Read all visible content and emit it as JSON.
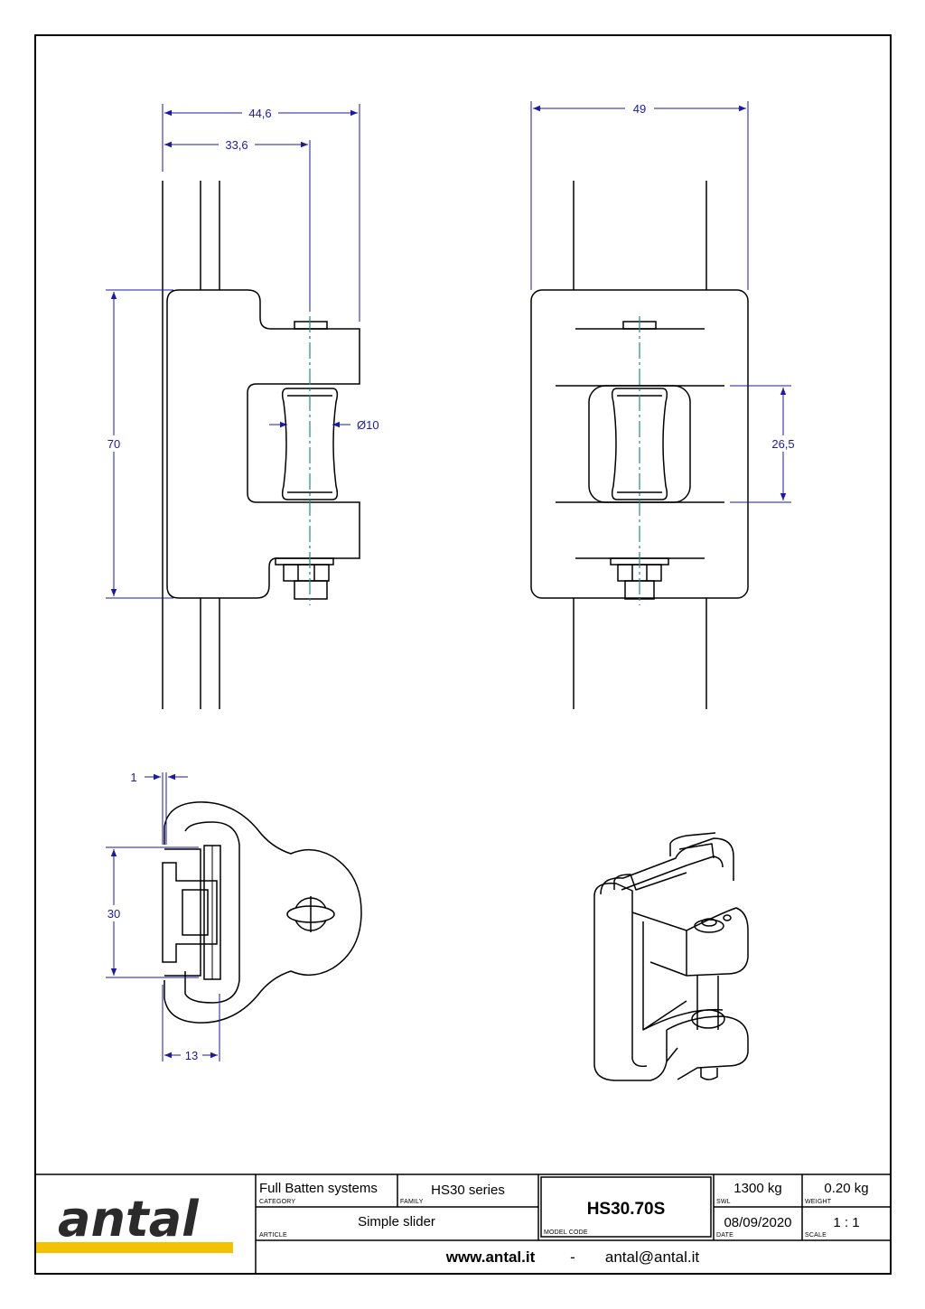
{
  "dimensions": {
    "overall_width_side": "44,6",
    "axis_offset_side": "33,6",
    "overall_width_front": "49",
    "height": "70",
    "pin_diameter": "Ø10",
    "roller_gap": "26,5",
    "section_offset": "1",
    "section_height": "30",
    "section_depth": "13"
  },
  "title_block": {
    "logo": "antal",
    "category_value": "Full Batten systems",
    "category_label": "CATEGORY",
    "family_value": "HS30 series",
    "family_label": "FAMILY",
    "article_value": "Simple slider",
    "article_label": "ARTICLE",
    "model_code_value": "HS30.70S",
    "model_code_label": "MODEL CODE",
    "swl_value": "1300 kg",
    "swl_label": "SWL",
    "weight_value": "0.20 kg",
    "weight_label": "WEIGHT",
    "date_value": "08/09/2020",
    "date_label": "DATE",
    "scale_value": "1 : 1",
    "scale_label": "SCALE",
    "website": "www.antal.it",
    "separator": "-",
    "email": "antal@antal.it"
  },
  "colors": {
    "dimension": "#1a1aa6",
    "centerline": "#1f8a8a",
    "logo_stripe": "#f2c200",
    "line": "#000000"
  }
}
